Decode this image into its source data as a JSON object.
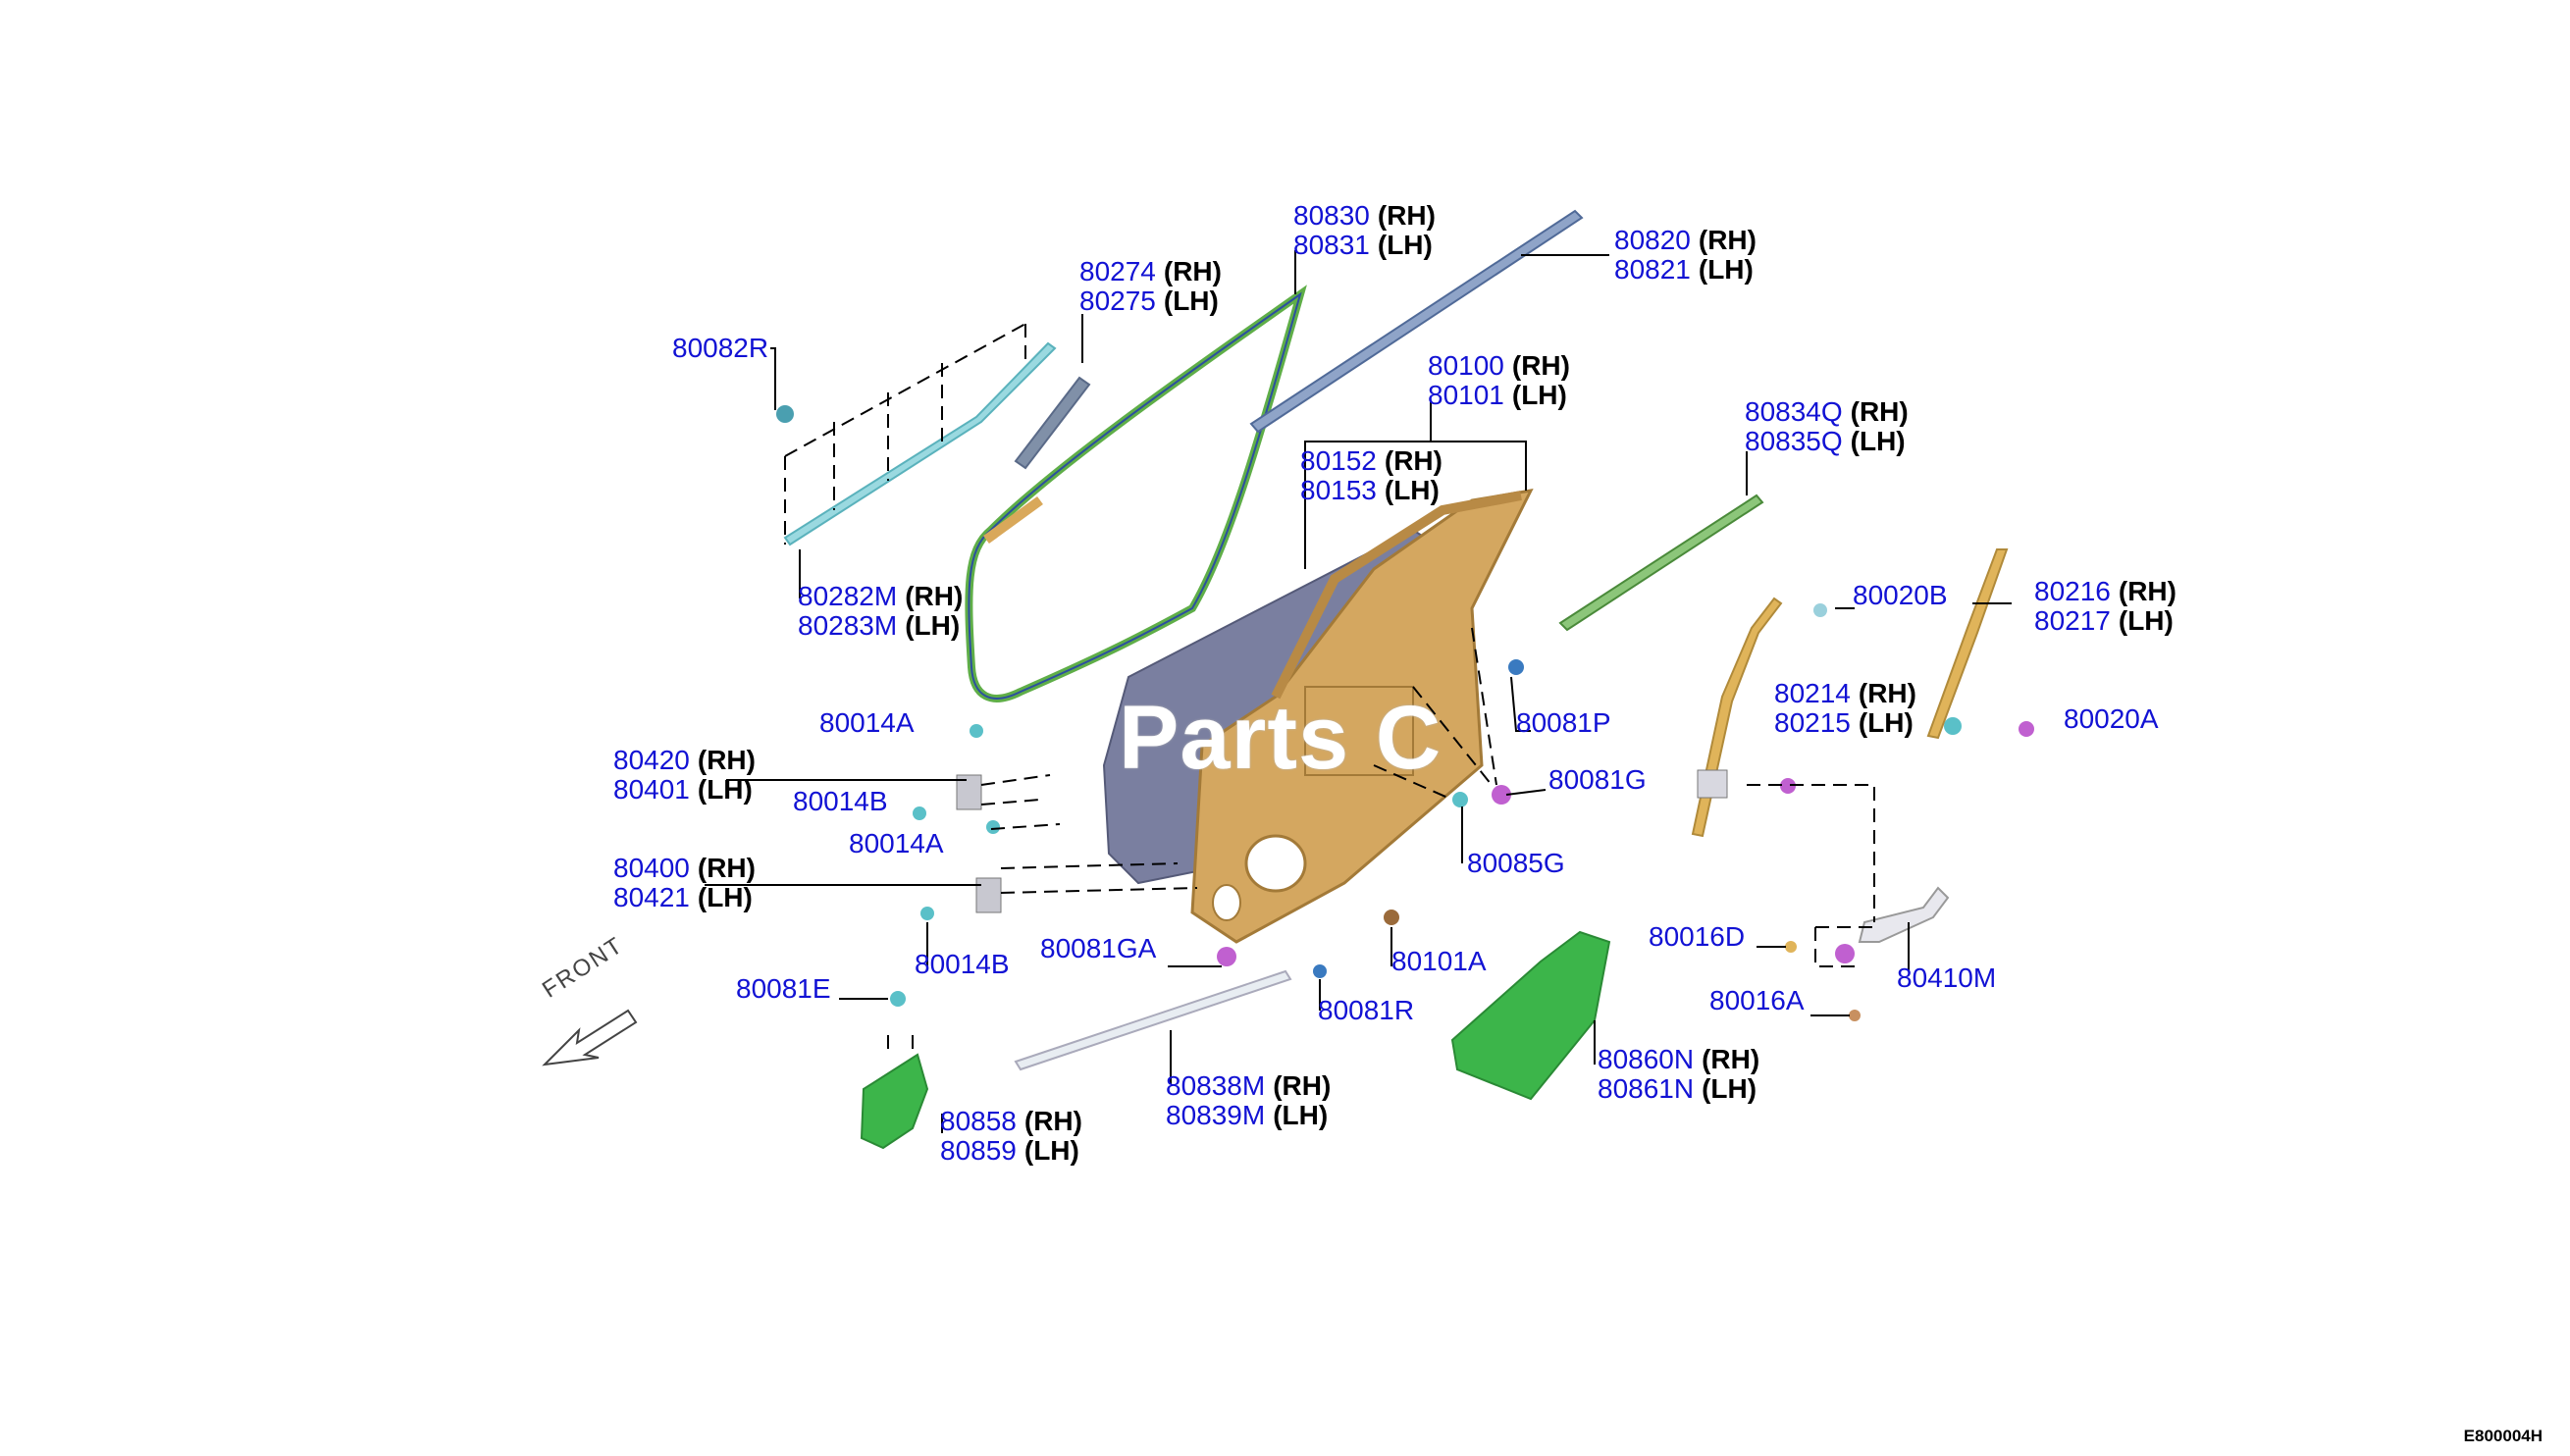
{
  "watermark": "Parts C",
  "front_label": "FRONT",
  "ref_code": "E800004H",
  "labels": [
    {
      "id": "l80082R",
      "rows": [
        {
          "pn": "80082R",
          "side": ""
        }
      ]
    },
    {
      "id": "l80274",
      "rows": [
        {
          "pn": "80274",
          "side": "(RH)"
        },
        {
          "pn": "80275",
          "side": "(LH)"
        }
      ]
    },
    {
      "id": "l80830",
      "rows": [
        {
          "pn": "80830",
          "side": "(RH)"
        },
        {
          "pn": "80831",
          "side": "(LH)"
        }
      ]
    },
    {
      "id": "l80820",
      "rows": [
        {
          "pn": "80820",
          "side": "(RH)"
        },
        {
          "pn": "80821",
          "side": "(LH)"
        }
      ]
    },
    {
      "id": "l80100",
      "rows": [
        {
          "pn": "80100",
          "side": "(RH)"
        },
        {
          "pn": "80101",
          "side": "(LH)"
        }
      ]
    },
    {
      "id": "l80152",
      "rows": [
        {
          "pn": "80152",
          "side": "(RH)"
        },
        {
          "pn": "80153",
          "side": "(LH)"
        }
      ]
    },
    {
      "id": "l80834Q",
      "rows": [
        {
          "pn": "80834Q",
          "side": "(RH)"
        },
        {
          "pn": "80835Q",
          "side": "(LH)"
        }
      ]
    },
    {
      "id": "l80282M",
      "rows": [
        {
          "pn": "80282M",
          "side": "(RH)"
        },
        {
          "pn": "80283M",
          "side": "(LH)"
        }
      ]
    },
    {
      "id": "l80020B",
      "rows": [
        {
          "pn": "80020B",
          "side": ""
        }
      ]
    },
    {
      "id": "l80216",
      "rows": [
        {
          "pn": "80216",
          "side": "(RH)"
        },
        {
          "pn": "80217",
          "side": "(LH)"
        }
      ]
    },
    {
      "id": "l80214",
      "rows": [
        {
          "pn": "80214",
          "side": "(RH)"
        },
        {
          "pn": "80215",
          "side": "(LH)"
        }
      ]
    },
    {
      "id": "l80020A",
      "rows": [
        {
          "pn": "80020A",
          "side": ""
        }
      ]
    },
    {
      "id": "l80014A_top",
      "rows": [
        {
          "pn": "80014A",
          "side": ""
        }
      ]
    },
    {
      "id": "l80081P",
      "rows": [
        {
          "pn": "80081P",
          "side": ""
        }
      ]
    },
    {
      "id": "l80420",
      "rows": [
        {
          "pn": "80420",
          "side": "(RH)"
        },
        {
          "pn": "80401",
          "side": "(LH)"
        }
      ]
    },
    {
      "id": "l80081G",
      "rows": [
        {
          "pn": "80081G",
          "side": ""
        }
      ]
    },
    {
      "id": "l80014B_top",
      "rows": [
        {
          "pn": "80014B",
          "side": ""
        }
      ]
    },
    {
      "id": "l80014A",
      "rows": [
        {
          "pn": "80014A",
          "side": ""
        }
      ]
    },
    {
      "id": "l80085G",
      "rows": [
        {
          "pn": "80085G",
          "side": ""
        }
      ]
    },
    {
      "id": "l80400",
      "rows": [
        {
          "pn": "80400",
          "side": "(RH)"
        },
        {
          "pn": "80421",
          "side": "(LH)"
        }
      ]
    },
    {
      "id": "l80016D",
      "rows": [
        {
          "pn": "80016D",
          "side": ""
        }
      ]
    },
    {
      "id": "l80081GA",
      "rows": [
        {
          "pn": "80081GA",
          "side": ""
        }
      ]
    },
    {
      "id": "l80101A",
      "rows": [
        {
          "pn": "80101A",
          "side": ""
        }
      ]
    },
    {
      "id": "l80014B",
      "rows": [
        {
          "pn": "80014B",
          "side": ""
        }
      ]
    },
    {
      "id": "l80410M",
      "rows": [
        {
          "pn": "80410M",
          "side": ""
        }
      ]
    },
    {
      "id": "l80081E",
      "rows": [
        {
          "pn": "80081E",
          "side": ""
        }
      ]
    },
    {
      "id": "l80016A",
      "rows": [
        {
          "pn": "80016A",
          "side": ""
        }
      ]
    },
    {
      "id": "l80081R",
      "rows": [
        {
          "pn": "80081R",
          "side": ""
        }
      ]
    },
    {
      "id": "l80860N",
      "rows": [
        {
          "pn": "80860N",
          "side": "(RH)"
        },
        {
          "pn": "80861N",
          "side": "(LH)"
        }
      ]
    },
    {
      "id": "l80838M",
      "rows": [
        {
          "pn": "80838M",
          "side": "(RH)"
        },
        {
          "pn": "80839M",
          "side": "(LH)"
        }
      ]
    },
    {
      "id": "l80858",
      "rows": [
        {
          "pn": "80858",
          "side": "(RH)"
        },
        {
          "pn": "80859",
          "side": "(LH)"
        }
      ]
    }
  ]
}
